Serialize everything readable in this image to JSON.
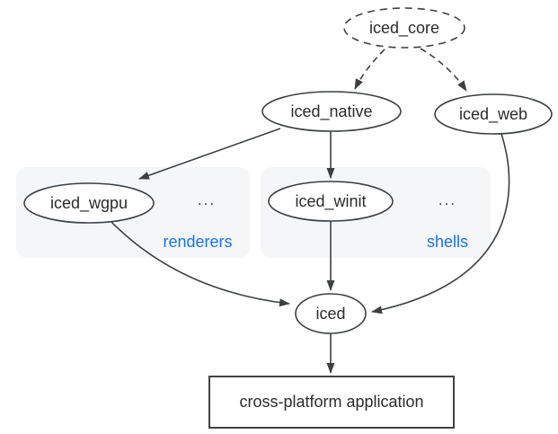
{
  "diagram": {
    "background": "#ffffff",
    "colors": {
      "node_stroke": "#3c4043",
      "node_fill": "#ffffff",
      "node_text": "#2b2b2b",
      "group_fill": "#f5f6f8",
      "group_label_text": "#1a73e8",
      "edge": "#3c4043"
    },
    "nodes": {
      "iced_core": {
        "label": "iced_core",
        "shape": "ellipse",
        "border": "dashed"
      },
      "iced_native": {
        "label": "iced_native",
        "shape": "ellipse",
        "border": "solid"
      },
      "iced_web": {
        "label": "iced_web",
        "shape": "ellipse",
        "border": "solid"
      },
      "iced_wgpu": {
        "label": "iced_wgpu",
        "shape": "ellipse",
        "border": "solid",
        "group": "renderers"
      },
      "iced_winit": {
        "label": "iced_winit",
        "shape": "ellipse",
        "border": "solid",
        "group": "shells"
      },
      "iced": {
        "label": "iced",
        "shape": "ellipse",
        "border": "solid"
      },
      "application": {
        "label": "cross-platform application",
        "shape": "rectangle",
        "border": "solid"
      }
    },
    "groups": {
      "renderers": {
        "label": "renderers",
        "ellipsis": "..."
      },
      "shells": {
        "label": "shells",
        "ellipsis": "..."
      }
    },
    "edges": [
      {
        "from": "iced_core",
        "to": "iced_native",
        "style": "dashed"
      },
      {
        "from": "iced_core",
        "to": "iced_web",
        "style": "dashed"
      },
      {
        "from": "iced_native",
        "to": "iced_wgpu",
        "style": "solid"
      },
      {
        "from": "iced_native",
        "to": "iced_winit",
        "style": "solid"
      },
      {
        "from": "iced_wgpu",
        "to": "iced",
        "style": "solid"
      },
      {
        "from": "iced_winit",
        "to": "iced",
        "style": "solid"
      },
      {
        "from": "iced_web",
        "to": "iced",
        "style": "solid"
      },
      {
        "from": "iced",
        "to": "application",
        "style": "solid"
      }
    ]
  }
}
